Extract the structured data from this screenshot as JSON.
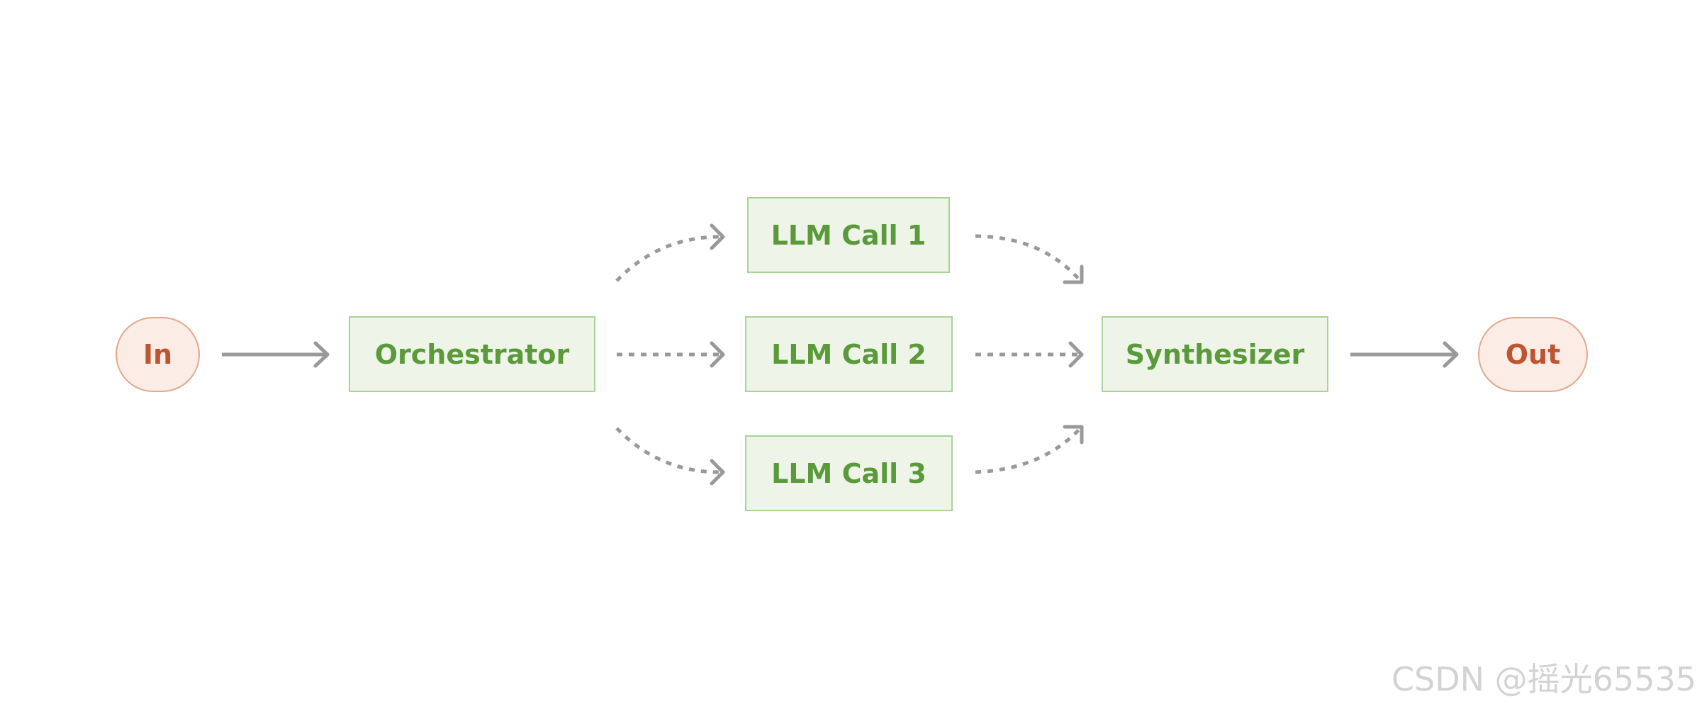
{
  "nodes": {
    "input": "In",
    "orchestrator": "Orchestrator",
    "llm_call_1": "LLM Call 1",
    "llm_call_2": "LLM Call 2",
    "llm_call_3": "LLM Call 3",
    "synthesizer": "Synthesizer",
    "output": "Out"
  },
  "edges": [
    {
      "from": "In",
      "to": "Orchestrator",
      "style": "solid"
    },
    {
      "from": "Orchestrator",
      "to": "LLM Call 1",
      "style": "dotted"
    },
    {
      "from": "Orchestrator",
      "to": "LLM Call 2",
      "style": "dotted"
    },
    {
      "from": "Orchestrator",
      "to": "LLM Call 3",
      "style": "dotted"
    },
    {
      "from": "LLM Call 1",
      "to": "Synthesizer",
      "style": "dotted"
    },
    {
      "from": "LLM Call 2",
      "to": "Synthesizer",
      "style": "dotted"
    },
    {
      "from": "LLM Call 3",
      "to": "Synthesizer",
      "style": "dotted"
    },
    {
      "from": "Synthesizer",
      "to": "Out",
      "style": "solid"
    }
  ],
  "colors": {
    "box_fill": "#eef5e8",
    "box_border": "#a6d595",
    "box_text": "#5a9a3a",
    "pill_fill": "#fbece5",
    "pill_border": "#e4a88d",
    "pill_text": "#bf5432",
    "arrow": "#999999",
    "watermark": "#d3d3d3"
  },
  "watermark": "CSDN @摇光65535"
}
